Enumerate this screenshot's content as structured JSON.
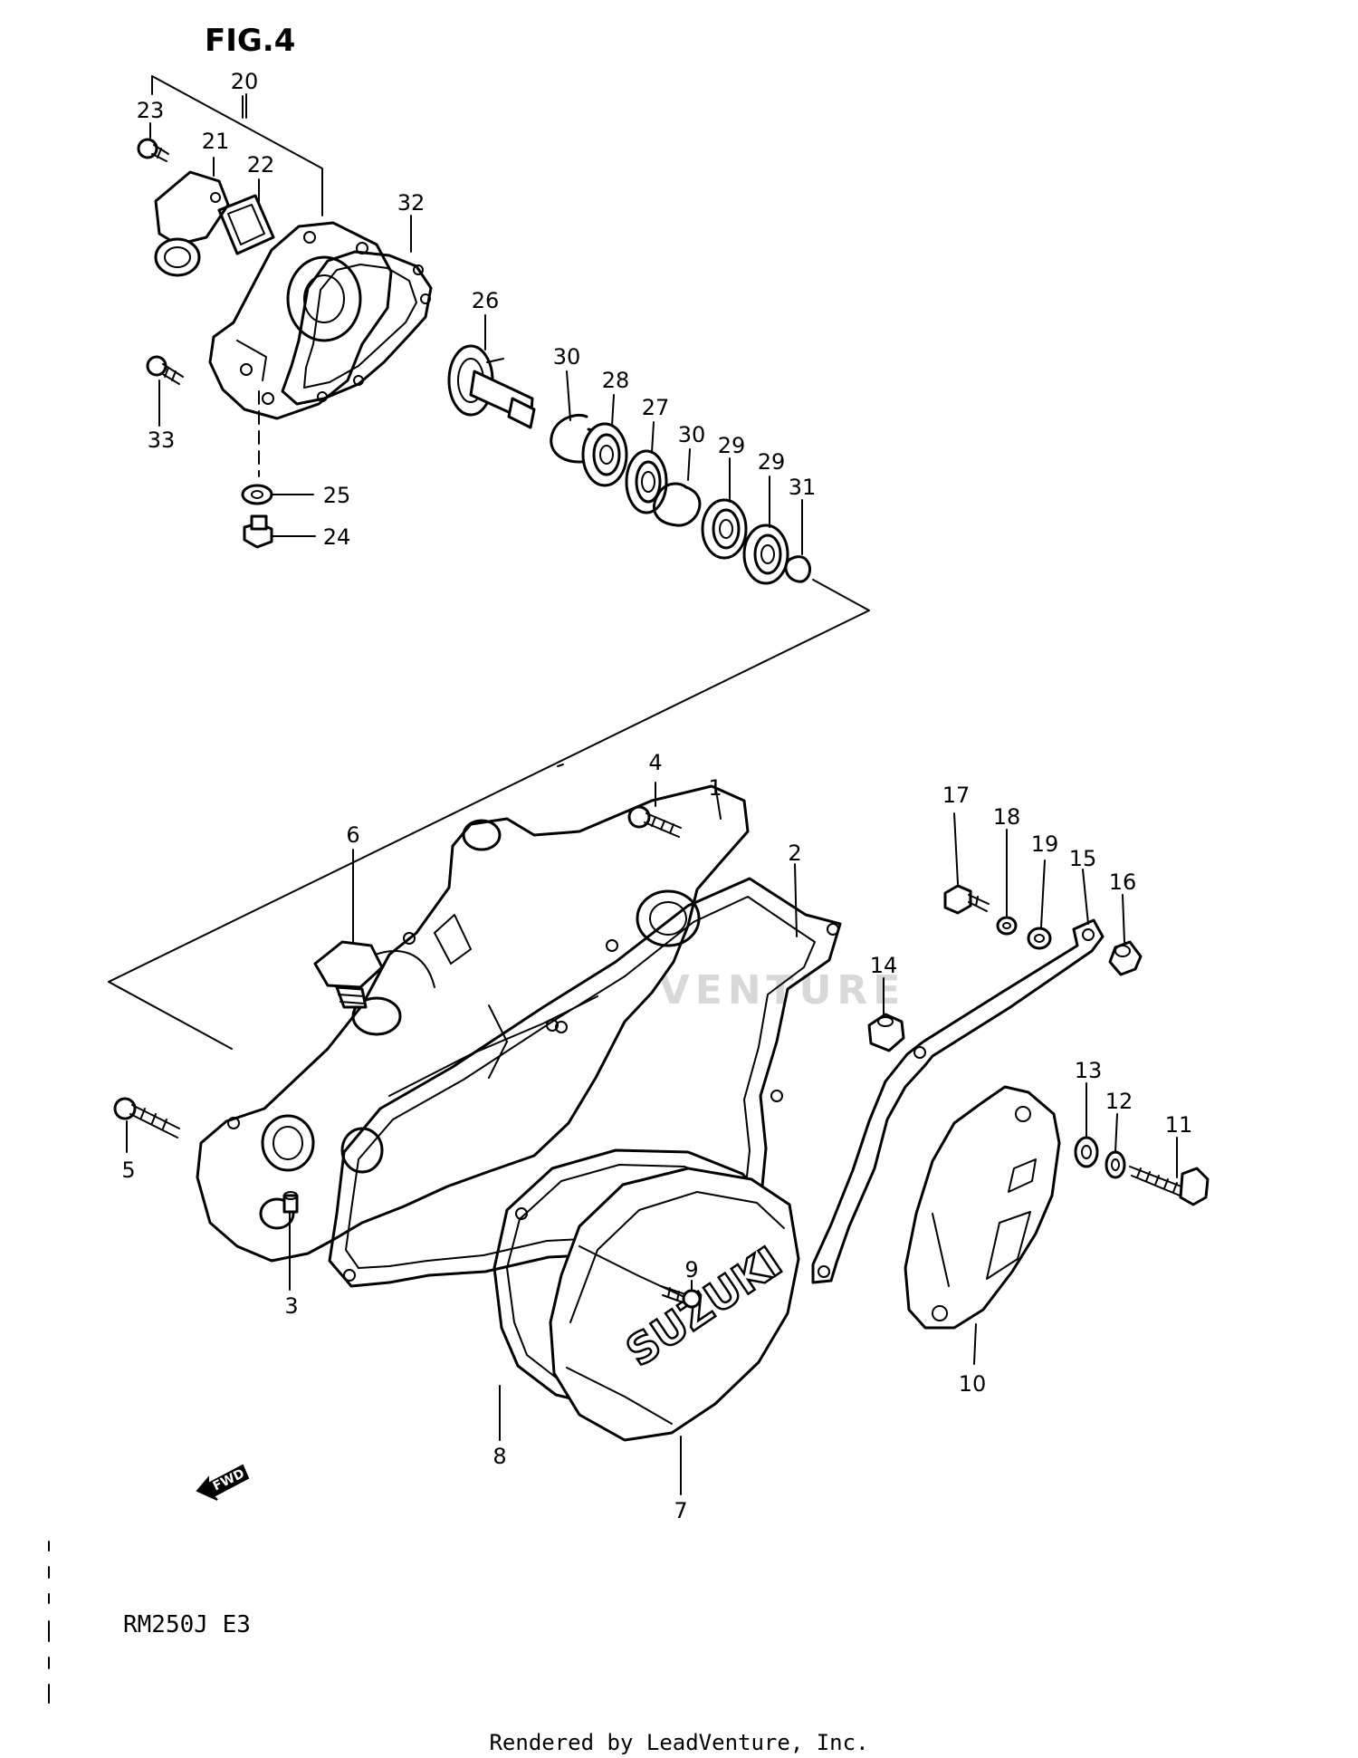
{
  "figure": {
    "title": "FIG.4",
    "model": "RM250J  E3",
    "footer": "Rendered by LeadVenture, Inc.",
    "brand_mark": "SUZUKI",
    "forward_marker": "FWD",
    "watermark": "LEADVENTURE"
  },
  "callouts": [
    {
      "label": "20"
    },
    {
      "label": "23"
    },
    {
      "label": "21"
    },
    {
      "label": "22"
    },
    {
      "label": "32"
    },
    {
      "label": "26"
    },
    {
      "label": "30"
    },
    {
      "label": "28"
    },
    {
      "label": "27"
    },
    {
      "label": "30"
    },
    {
      "label": "29"
    },
    {
      "label": "29"
    },
    {
      "label": "31"
    },
    {
      "label": "33"
    },
    {
      "label": "25"
    },
    {
      "label": "24"
    },
    {
      "label": "4"
    },
    {
      "label": "1"
    },
    {
      "label": "2"
    },
    {
      "label": "6"
    },
    {
      "label": "17"
    },
    {
      "label": "18"
    },
    {
      "label": "19"
    },
    {
      "label": "15"
    },
    {
      "label": "16"
    },
    {
      "label": "14"
    },
    {
      "label": "13"
    },
    {
      "label": "12"
    },
    {
      "label": "11"
    },
    {
      "label": "5"
    },
    {
      "label": "9"
    },
    {
      "label": "3"
    },
    {
      "label": "10"
    },
    {
      "label": "8"
    },
    {
      "label": "7"
    }
  ]
}
